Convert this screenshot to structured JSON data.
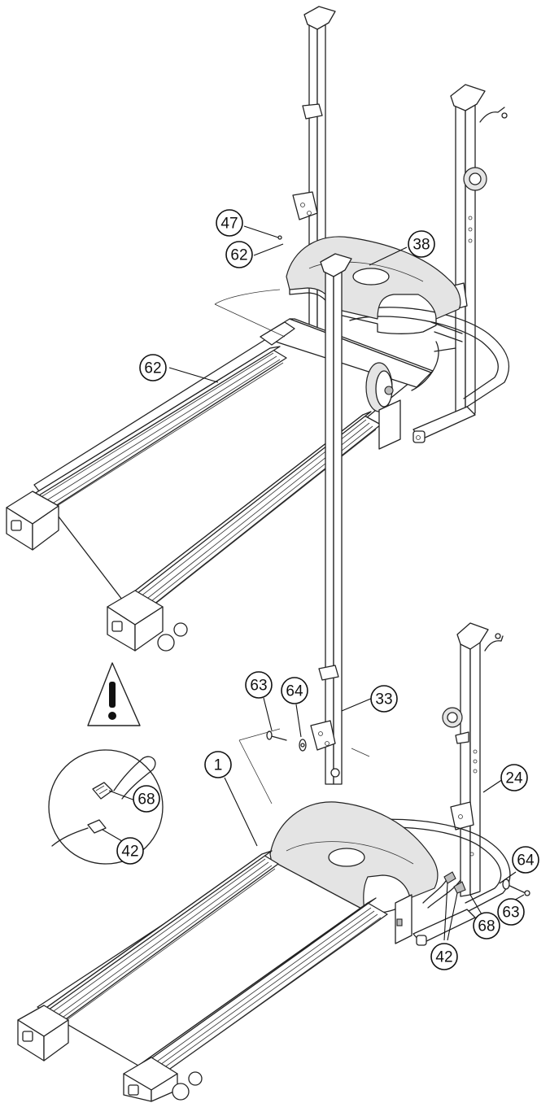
{
  "callouts": {
    "top_47": "47",
    "top_62_bolt": "62",
    "top_38": "38",
    "top_62_rail": "62",
    "bot_63_left": "63",
    "bot_64_left": "64",
    "bot_33": "33",
    "bot_24": "24",
    "bot_1": "1",
    "bot_68_detail": "68",
    "bot_42_detail": "42",
    "bot_64_right": "64",
    "bot_63_right": "63",
    "bot_68_bottom": "68",
    "bot_42_bottom": "42"
  },
  "icons": {
    "warning": "warning-triangle-icon"
  },
  "colors": {
    "line": "#222222",
    "motor_cover": "#e4e4e4"
  }
}
